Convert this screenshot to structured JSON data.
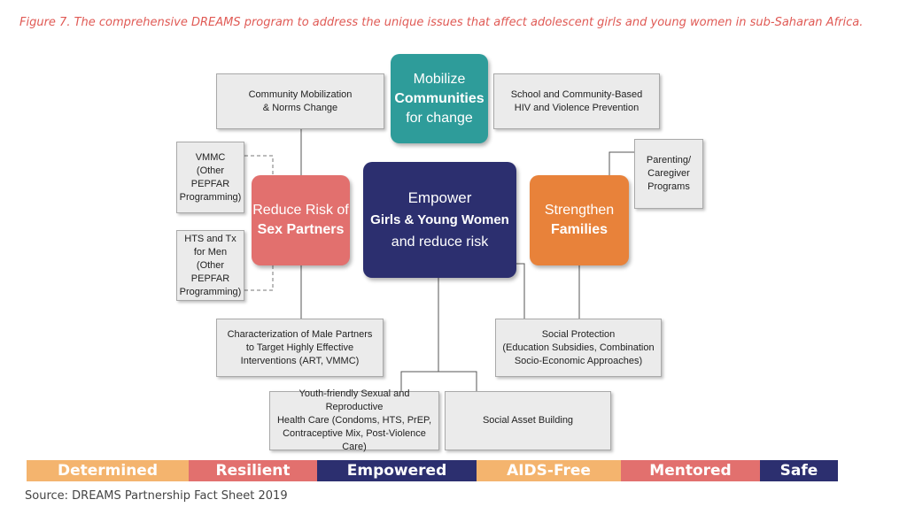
{
  "caption": "Figure 7. The comprehensive DREAMS program to address the unique issues that affect adolescent girls and young women in sub-Saharan Africa.",
  "hubs": {
    "mobilize": {
      "line1": "Mobilize",
      "line2": "Communities",
      "line3": "for change",
      "color": "#2e9c9a"
    },
    "empower": {
      "line1": "Empower",
      "line2": "Girls & Young Women",
      "line3": "and reduce risk",
      "color": "#2c2f6f"
    },
    "reduce": {
      "line1": "Reduce Risk of",
      "line2": "Sex Partners",
      "color": "#e2706e"
    },
    "strengthen": {
      "line1": "Strengthen",
      "line2": "Families",
      "color": "#e8823a"
    }
  },
  "boxes": {
    "community_mobilization": "Community Mobilization\n& Norms Change",
    "school_prevention": "School and Community-Based\nHIV and Violence Prevention",
    "vmmc": "VMMC\n(Other PEPFAR\nProgramming)",
    "hts_tx": "HTS and Tx\nfor Men\n(Other PEPFAR\nProgramming)",
    "parenting": "Parenting/\nCaregiver\nPrograms",
    "male_partners": "Characterization of Male Partners\nto Target Highly Effective\nInterventions (ART, VMMC)",
    "social_protection": "Social Protection\n(Education Subsidies, Combination\nSocio-Economic Approaches)",
    "youth_health": "Youth-friendly Sexual and Reproductive\nHealth Care (Condoms, HTS, PrEP,\nContraceptive Mix, Post-Violence Care)",
    "social_asset": "Social Asset Building"
  },
  "banner": [
    {
      "label": "Determined",
      "color": "#f4b46e"
    },
    {
      "label": "Resilient",
      "color": "#e2706e"
    },
    {
      "label": "Empowered",
      "color": "#2c2f6f"
    },
    {
      "label": "AIDS-Free",
      "color": "#f4b46e"
    },
    {
      "label": "Mentored",
      "color": "#e2706e"
    },
    {
      "label": "Safe",
      "color": "#2c2f6f"
    }
  ],
  "source": "Source: DREAMS Partnership Fact Sheet 2019"
}
